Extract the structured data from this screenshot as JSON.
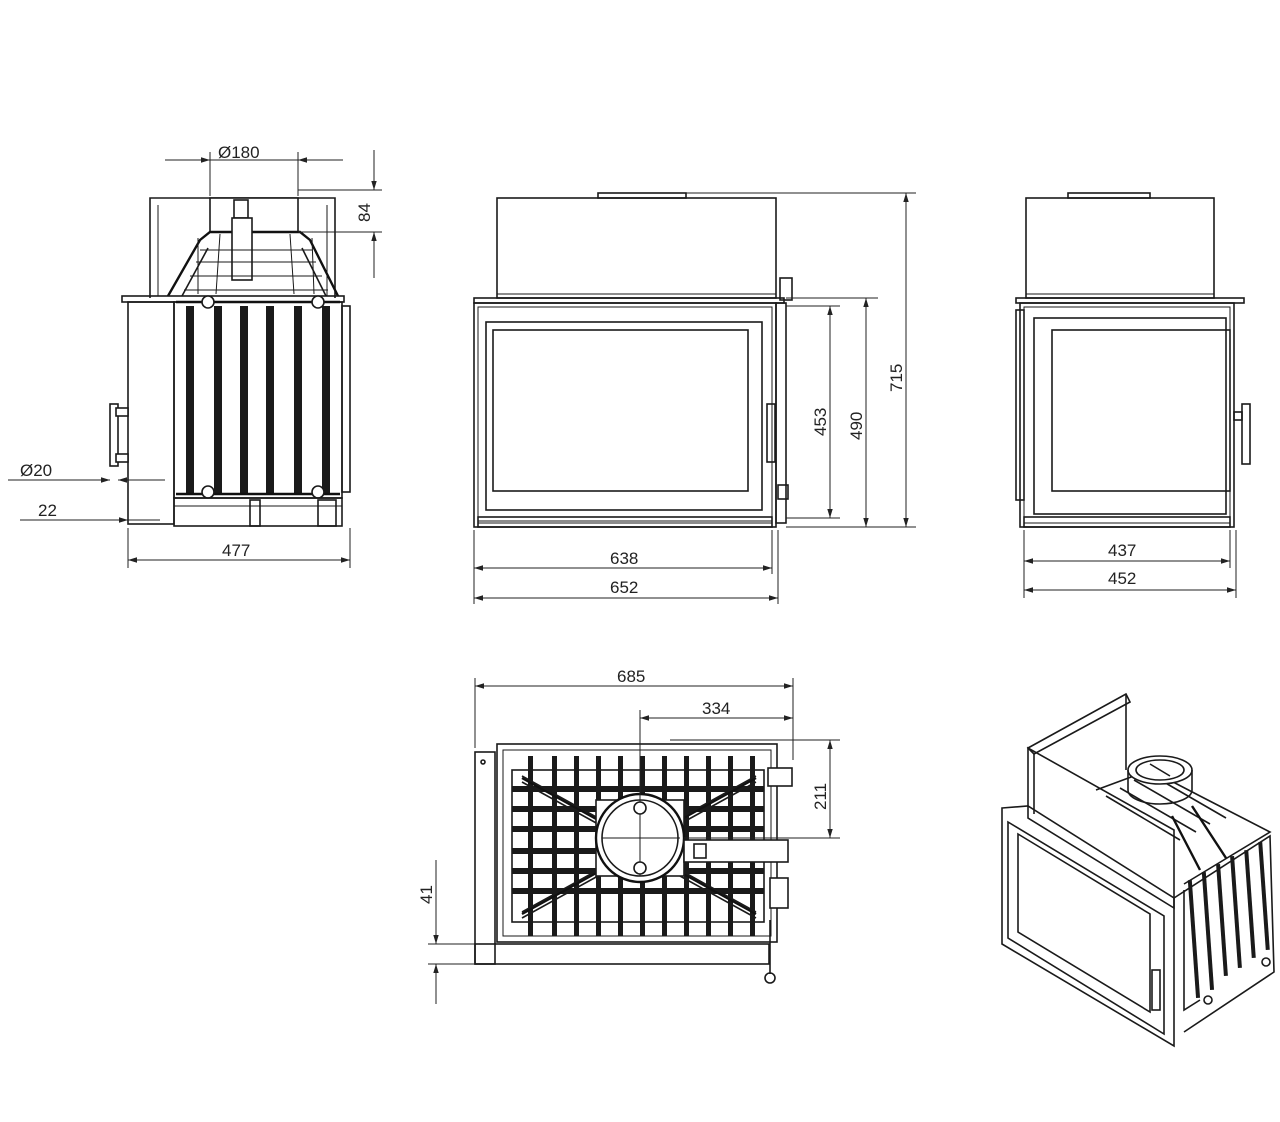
{
  "dimensions": {
    "flue_diameter": "Ø180",
    "top_height": "84",
    "handle_diameter": "Ø20",
    "base_offset": "22",
    "side_width": "477",
    "front_glass_height": "453",
    "front_door_height": "490",
    "total_height": "715",
    "front_inner_width": "638",
    "front_outer_width": "652",
    "side2_inner_width": "437",
    "side2_outer_width": "452",
    "top_total_width": "685",
    "flue_offset": "334",
    "flue_depth": "211",
    "top_front_offset": "41"
  },
  "colors": {
    "line": "#1a1a1a",
    "background": "#ffffff"
  }
}
